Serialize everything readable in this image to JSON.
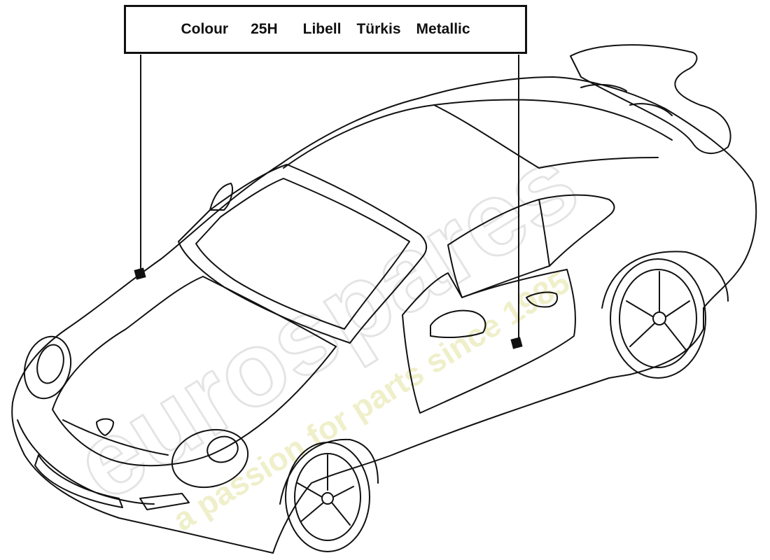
{
  "colour_label": {
    "word": "Colour",
    "code": "25H",
    "name_1": "Libell",
    "name_2": "Türkis",
    "name_3": "Metallic"
  },
  "watermark": {
    "brand": "eurospares",
    "tagline": "a passion for parts since 1985",
    "color": "#d8d8d8"
  },
  "callouts": [
    {
      "target": "front-hood-paint-patch"
    },
    {
      "target": "door-paint-patch"
    }
  ]
}
